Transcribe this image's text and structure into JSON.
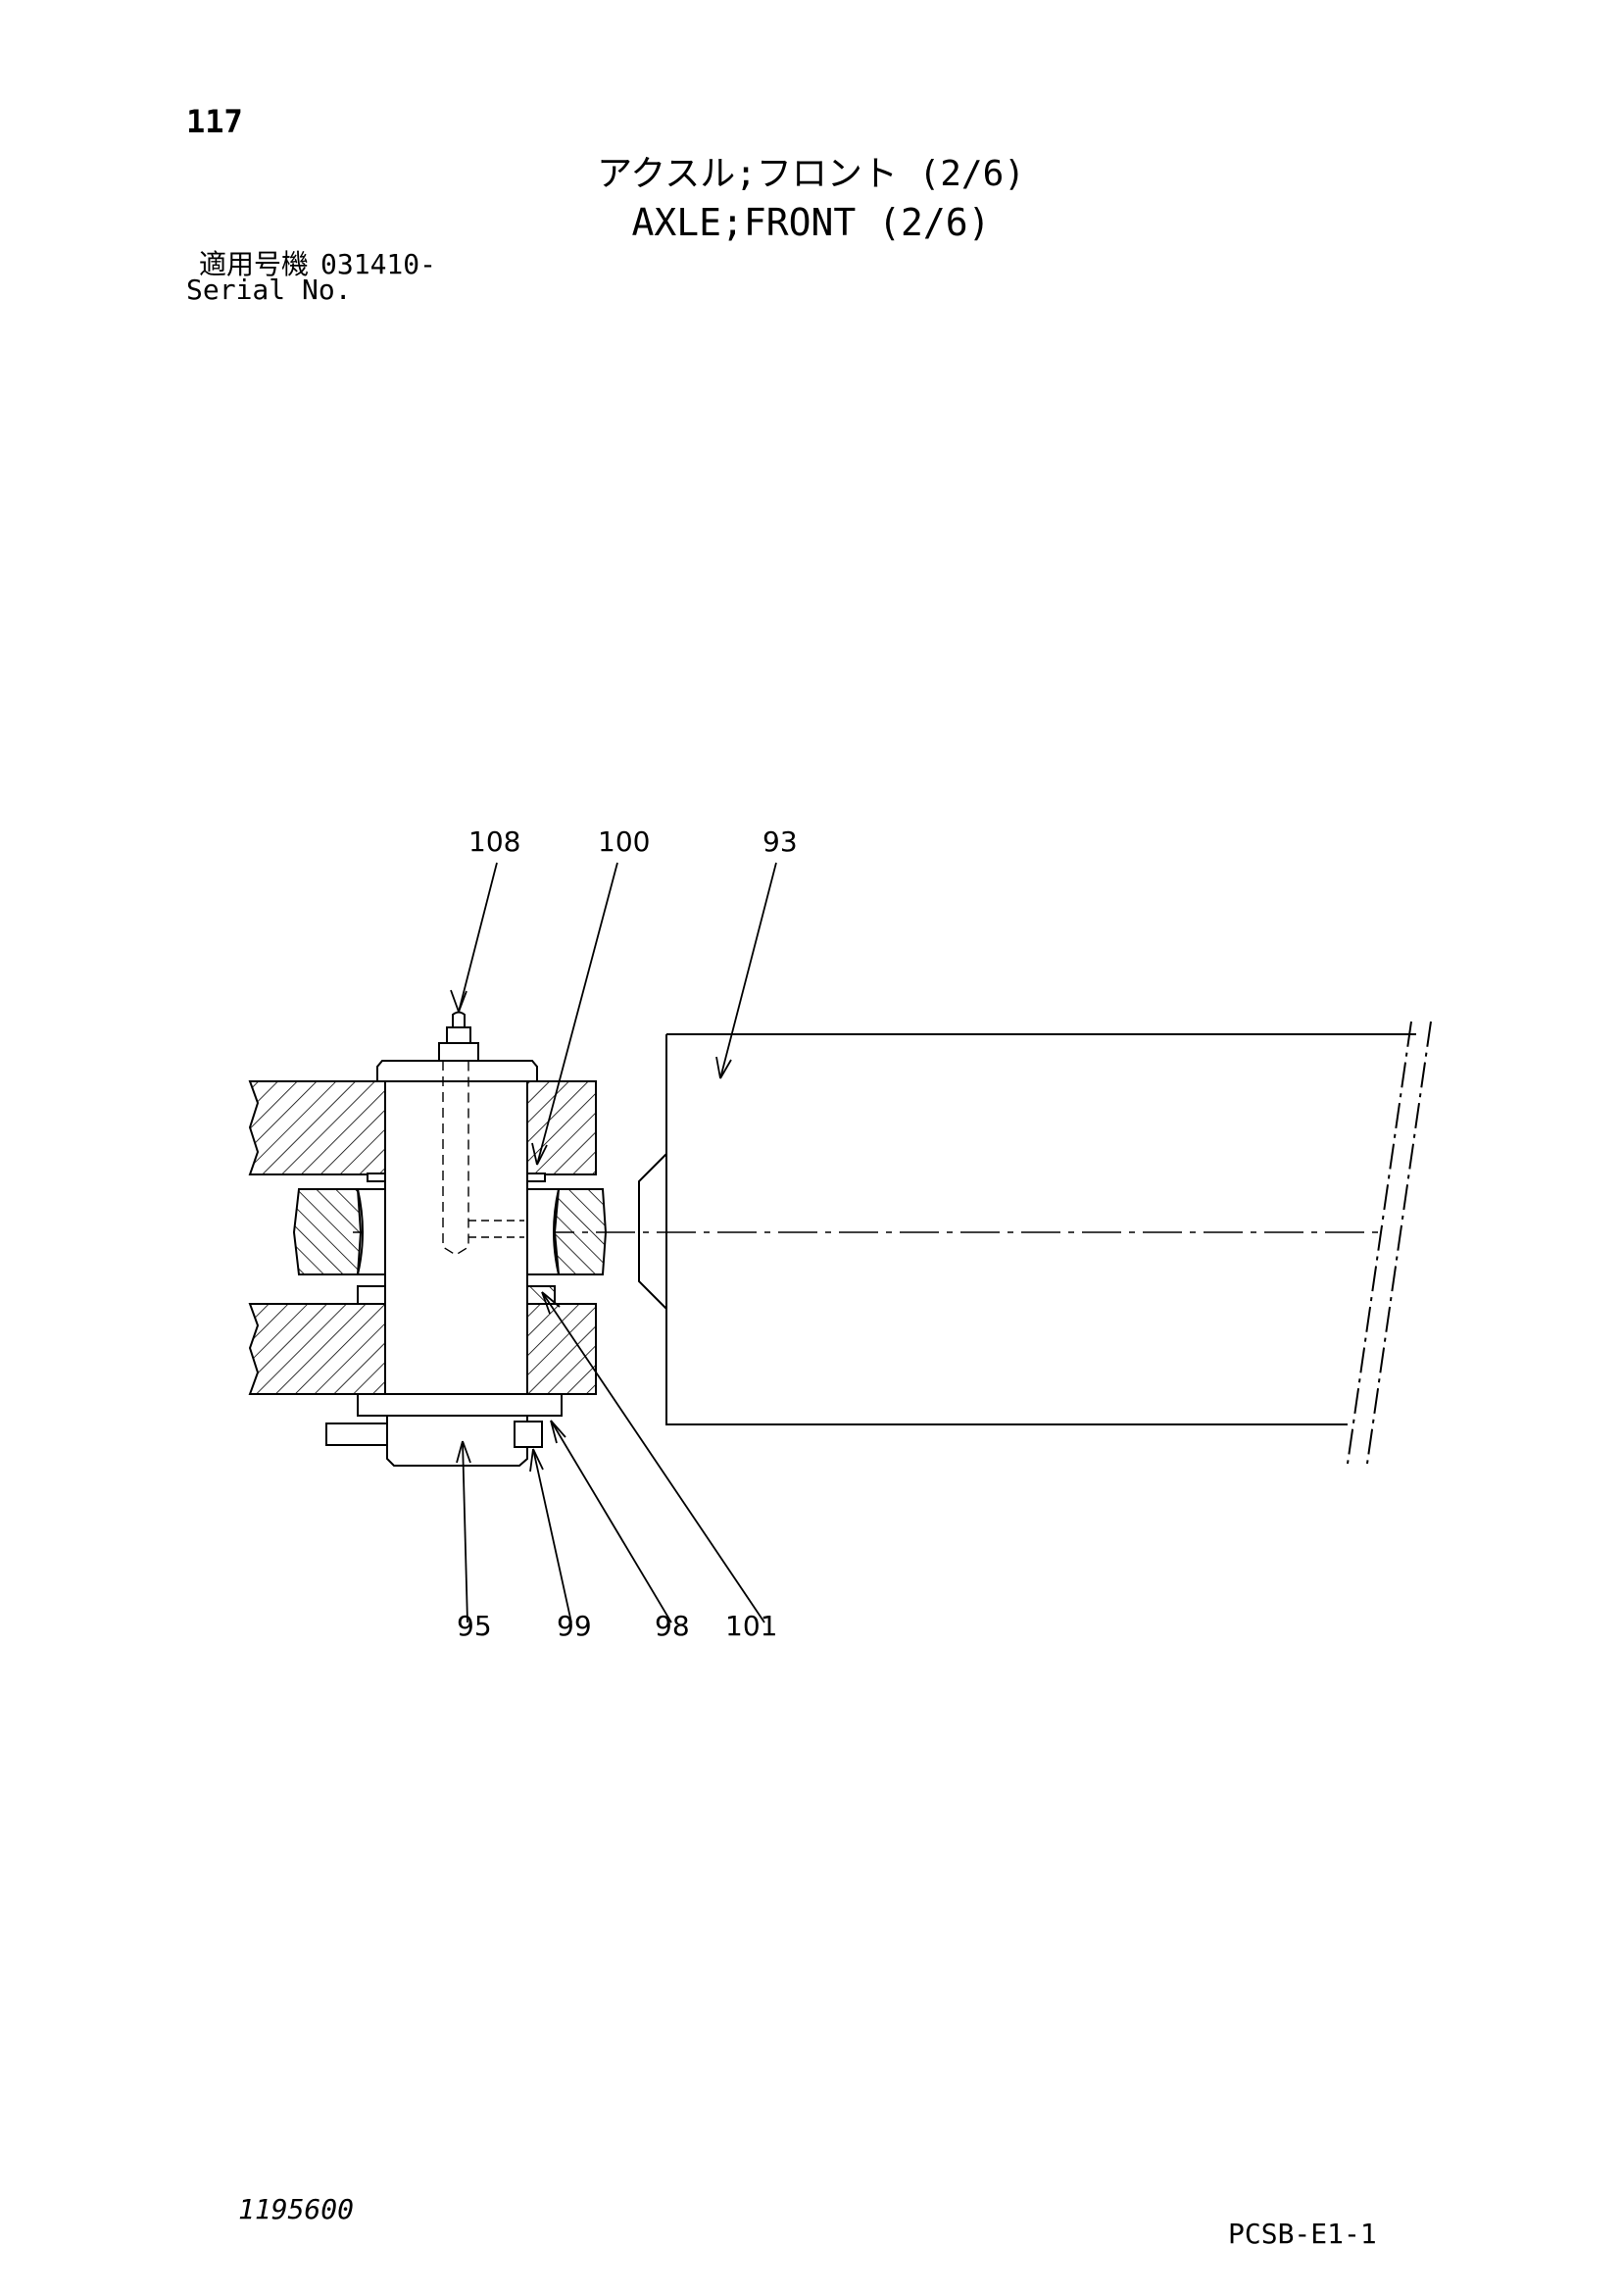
{
  "header": {
    "page_number": "117",
    "title_jp": "アクスル;フロント (2/6)",
    "title_en": "AXLE;FRONT (2/6)",
    "serial_label_jp": "適用号機",
    "serial_value": "031410-",
    "serial_label_en": "Serial No."
  },
  "callouts": {
    "c108": "108",
    "c100": "100",
    "c93": "93",
    "c95": "95",
    "c99": "99",
    "c98": "98",
    "c101": "101"
  },
  "footer": {
    "drawing_number": "1195600",
    "page_code": "PCSB-E1-1"
  }
}
